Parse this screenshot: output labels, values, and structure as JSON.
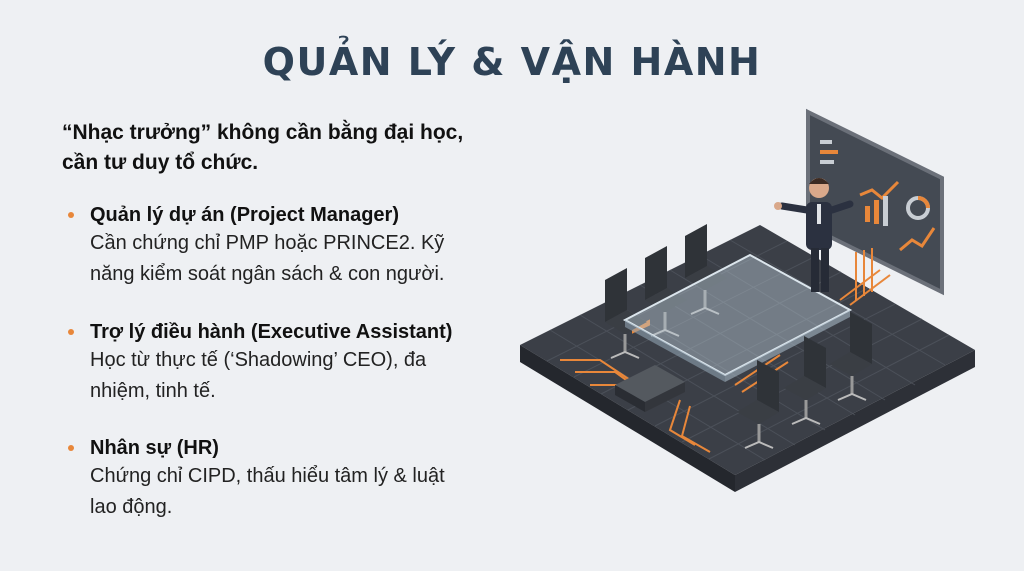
{
  "title": "QUẢN LÝ & VẬN HÀNH",
  "intro": "“Nhạc trưởng” không cần bằng đại học,\ncần tư duy tổ chức.",
  "accent_color": "#e8873a",
  "bullets": [
    {
      "heading": "Quản lý dự án (Project Manager)",
      "body": "Cần chứng chỉ PMP hoặc PRINCE2. Kỹ\nnăng kiểm soát ngân sách & con người."
    },
    {
      "heading": "Trợ lý điều hành (Executive Assistant)",
      "body": "Học từ thực tế (‘Shadowing’ CEO), đa\nnhiệm, tinh tế."
    },
    {
      "heading": "Nhân sự (HR)",
      "body": "Chứng chỉ CIPD, thấu hiểu tâm lý & luật\nlao động."
    }
  ],
  "illustration": {
    "icon": "boardroom-presentation-icon",
    "floor_color": "#3d4149",
    "screen_color": "#444a53"
  }
}
